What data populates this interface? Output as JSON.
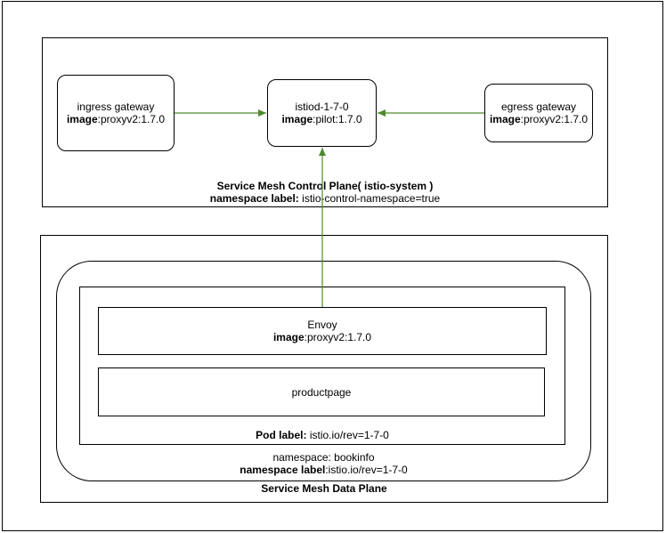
{
  "control_plane": {
    "title": "Service Mesh Control Plane( istio-system )",
    "ns_label_key": "namespace label:",
    "ns_label_value": " istio-control-namespace=true"
  },
  "ingress": {
    "name": "ingress gateway",
    "image_key": "image",
    "image_value": ":proxyv2:1.7.0"
  },
  "istiod": {
    "name": "istiod-1-7-0",
    "image_key": "image",
    "image_value": ":pilot:1.7.0"
  },
  "egress": {
    "name": "egress gateway",
    "image_key": "image",
    "image_value": ":proxyv2:1.7.0"
  },
  "data_plane": {
    "title": "Service Mesh Data Plane",
    "namespace_line": "namespace: bookinfo",
    "ns_label_key": "namespace label",
    "ns_label_value": ":istio.io/rev=1-7-0"
  },
  "pod": {
    "label_key": "Pod label:",
    "label_value": " istio.io/rev=1-7-0"
  },
  "envoy": {
    "name": "Envoy",
    "image_key": "image",
    "image_value": ":proxyv2:1.7.0"
  },
  "productpage": {
    "name": "productpage"
  },
  "colors": {
    "arrow": "#4d8a2c"
  }
}
